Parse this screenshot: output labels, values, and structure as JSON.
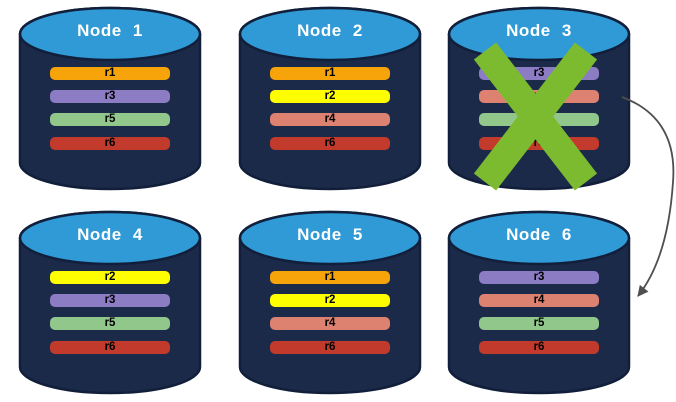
{
  "palette": {
    "cylinder_body": "#1C2A4A",
    "cylinder_outline": "#121F3B",
    "cylinder_top": "#2F9AD6",
    "node_title_color": "#FFFFFF",
    "bar_text_color": "#000000",
    "failure_x_color": "#7CBB30",
    "arrow_color": "#4F4F4F"
  },
  "replica_colors": {
    "r1": "#F7A30A",
    "r2": "#FEFE00",
    "r3": "#8B7CC4",
    "r4": "#DD8271",
    "r5": "#92C78C",
    "r6": "#C23A2B"
  },
  "nodes": [
    {
      "label": "Node 1",
      "failed": false,
      "replicas": [
        {
          "label": "r1",
          "color": "#F7A30A"
        },
        {
          "label": "r3",
          "color": "#8B7CC4"
        },
        {
          "label": "r5",
          "color": "#92C78C"
        },
        {
          "label": "r6",
          "color": "#C23A2B"
        }
      ]
    },
    {
      "label": "Node 2",
      "failed": false,
      "replicas": [
        {
          "label": "r1",
          "color": "#F7A30A"
        },
        {
          "label": "r2",
          "color": "#FEFE00"
        },
        {
          "label": "r4",
          "color": "#DD8271"
        },
        {
          "label": "r6",
          "color": "#C23A2B"
        }
      ]
    },
    {
      "label": "Node 3",
      "failed": true,
      "replicas": [
        {
          "label": "r3",
          "color": "#8B7CC4"
        },
        {
          "label": "r4",
          "color": "#DD8271"
        },
        {
          "label": "r5",
          "color": "#92C78C"
        },
        {
          "label": "r6",
          "color": "#C23A2B"
        }
      ]
    },
    {
      "label": "Node 4",
      "failed": false,
      "replicas": [
        {
          "label": "r2",
          "color": "#FEFE00"
        },
        {
          "label": "r3",
          "color": "#8B7CC4"
        },
        {
          "label": "r5",
          "color": "#92C78C"
        },
        {
          "label": "r6",
          "color": "#C23A2B"
        }
      ]
    },
    {
      "label": "Node 5",
      "failed": false,
      "replicas": [
        {
          "label": "r1",
          "color": "#F7A30A"
        },
        {
          "label": "r2",
          "color": "#FEFE00"
        },
        {
          "label": "r4",
          "color": "#DD8271"
        },
        {
          "label": "r6",
          "color": "#C23A2B"
        }
      ]
    },
    {
      "label": "Node 6",
      "failed": false,
      "replicas": [
        {
          "label": "r3",
          "color": "#8B7CC4"
        },
        {
          "label": "r4",
          "color": "#DD8271"
        },
        {
          "label": "r5",
          "color": "#92C78C"
        },
        {
          "label": "r6",
          "color": "#C23A2B"
        }
      ]
    }
  ],
  "arrow": {
    "from": "Node 3",
    "to": "Node 6"
  }
}
